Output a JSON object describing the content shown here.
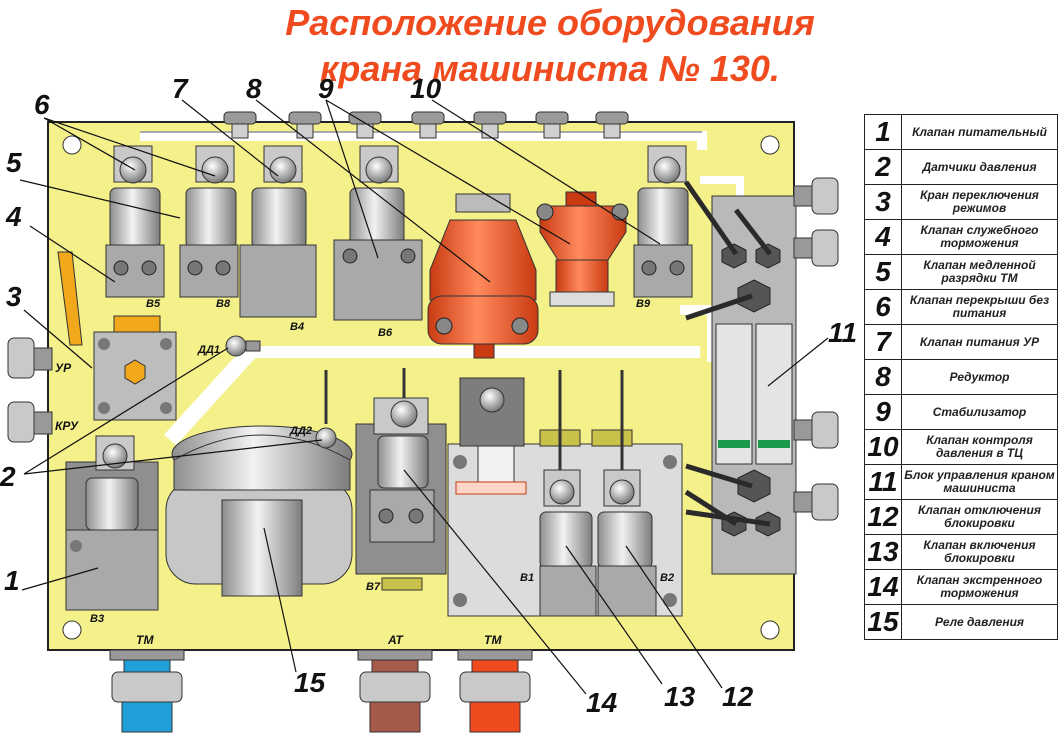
{
  "title": {
    "line1": "Расположение оборудования",
    "line2": "крана машиниста № 130."
  },
  "legend": [
    {
      "num": "1",
      "text": "Клапан питательный"
    },
    {
      "num": "2",
      "text": "Датчики давления"
    },
    {
      "num": "3",
      "text": "Кран переключения режимов"
    },
    {
      "num": "4",
      "text": "Клапан служебного торможения"
    },
    {
      "num": "5",
      "text": "Клапан медленной разрядки ТМ"
    },
    {
      "num": "6",
      "text": "Клапан перекрыши без питания"
    },
    {
      "num": "7",
      "text": "Клапан питания УР"
    },
    {
      "num": "8",
      "text": "Редуктор"
    },
    {
      "num": "9",
      "text": "Стабилизатор"
    },
    {
      "num": "10",
      "text": "Клапан контроля давления в ТЦ"
    },
    {
      "num": "11",
      "text": "Блок управления краном машиниста"
    },
    {
      "num": "12",
      "text": "Клапан отключения блокировки"
    },
    {
      "num": "13",
      "text": "Клапан включения блокировки"
    },
    {
      "num": "14",
      "text": "Клапан экстренного торможения"
    },
    {
      "num": "15",
      "text": "Реле давления"
    }
  ],
  "callouts": {
    "c1": "1",
    "c2": "2",
    "c3": "3",
    "c4": "4",
    "c5": "5",
    "c6": "6",
    "c7": "7",
    "c8": "8",
    "c9": "9",
    "c10": "10",
    "c11": "11",
    "c12": "12",
    "c13": "13",
    "c14": "14",
    "c15": "15"
  },
  "valve_tags": {
    "b1": "В1",
    "b2": "В2",
    "b3": "В3",
    "b4": "В4",
    "b5": "В5",
    "b6": "В6",
    "b7": "В7",
    "b8": "В8",
    "b9": "В9"
  },
  "sensor_tags": {
    "dd1": "ДД1",
    "dd2": "ДД2"
  },
  "port_tags": {
    "ur": "УР",
    "kru": "КРУ",
    "tm1": "ТМ",
    "at": "АТ",
    "tm2": "ТМ"
  },
  "colors": {
    "panel": "#f4f08a",
    "valve": "#b7b7b7",
    "accent_red": "#ef4b1f",
    "pipe_blue": "#1fa0d8",
    "pipe_brown": "#a65a4a",
    "green_led": "#1a9a4a"
  }
}
